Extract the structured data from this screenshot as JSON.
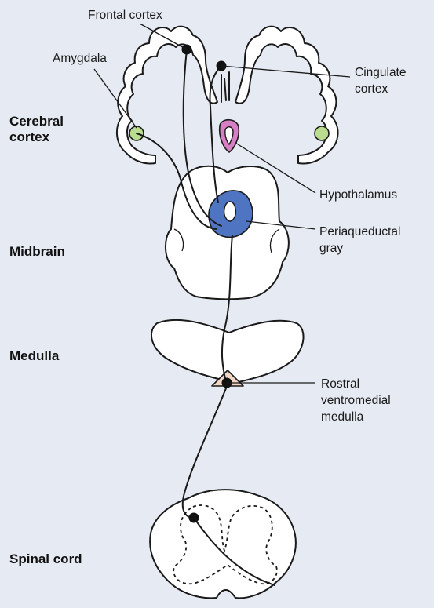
{
  "labels": {
    "frontal_cortex": "Frontal cortex",
    "amygdala": "Amygdala",
    "cingulate_line1": "Cingulate",
    "cingulate_line2": "cortex",
    "hypothalamus": "Hypothalamus",
    "pag_line1": "Periaqueductal",
    "pag_line2": "gray",
    "rvm_line1": "Rostral",
    "rvm_line2": "ventromedial",
    "rvm_line3": "medulla"
  },
  "sections": {
    "cerebral_line1": "Cerebral",
    "cerebral_line2": "cortex",
    "midbrain": "Midbrain",
    "medulla": "Medulla",
    "spinal_cord": "Spinal cord"
  },
  "colors": {
    "background": "#e6eaf2",
    "amygdala": "#b9dc8f",
    "hypothalamus": "#d77fc4",
    "periaqueductal_gray": "#4f74c2",
    "rostral_ventromedial_medulla": "#f2d7c6",
    "outline": "#1a1a1a"
  }
}
